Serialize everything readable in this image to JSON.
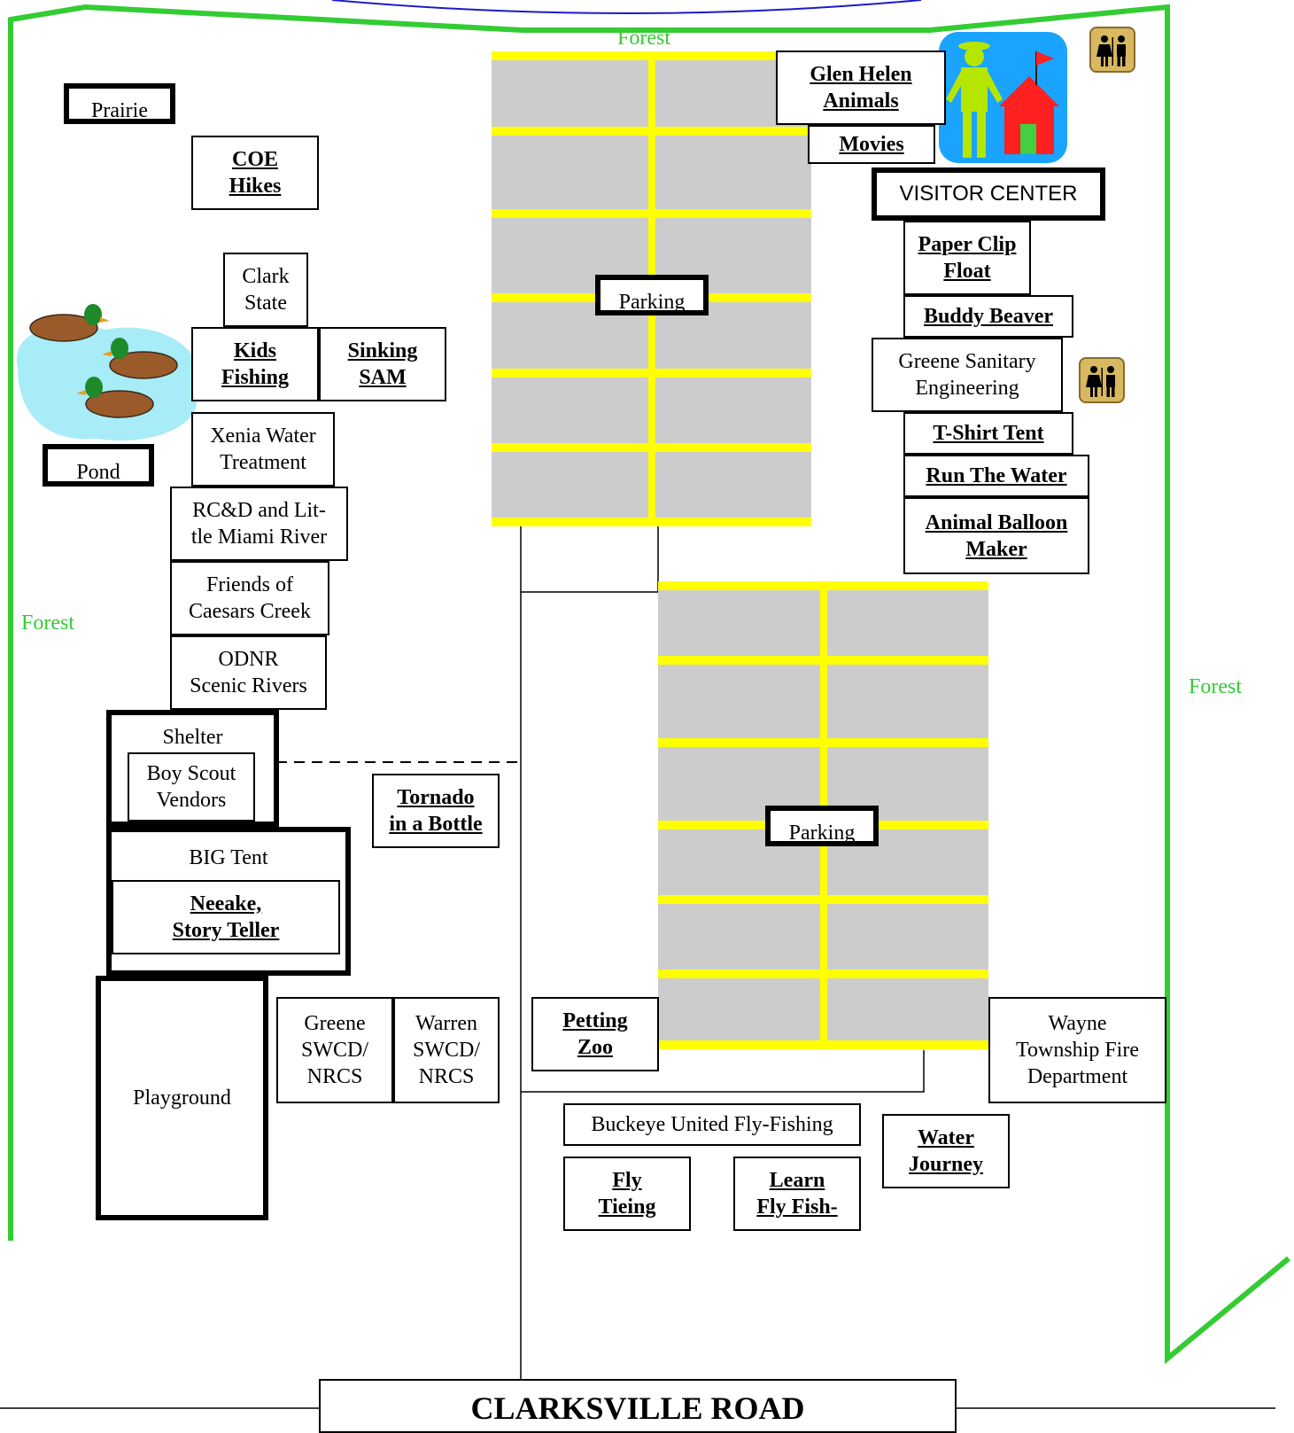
{
  "forest_labels": {
    "top": "Forest",
    "left": "Forest",
    "right": "Forest"
  },
  "colors": {
    "forest_boundary": "#33cc33",
    "parking_lines": "#ffff00",
    "parking_fill": "#cccccc",
    "pond_water": "#a8ecf8",
    "ranger_badge": "#1aa3ff"
  },
  "parking": {
    "north_label": "Parking",
    "south_label": "Parking"
  },
  "road": {
    "label": "CLARKSVILLE ROAD"
  },
  "stations": {
    "prairie": "Prairie",
    "coe_hikes": "COE\nHikes",
    "clark_state": "Clark\nState",
    "kids_fishing": "Kids\nFishing",
    "sinking_sam": "Sinking\nSAM",
    "pond": "Pond",
    "xenia_water": "Xenia Water\nTreatment",
    "rcd_miami": "RC&D and Lit-\ntle Miami River",
    "friends_caesars": "Friends of\nCaesars Creek",
    "odnr": "ODNR\nScenic Rivers",
    "shelter": "Shelter",
    "boy_scout": "Boy Scout\nVendors",
    "tornado": "Tornado\nin a Bottle",
    "big_tent": "BIG Tent",
    "neeake": "Neeake,\nStory Teller",
    "playground": "Playground",
    "greene_swcd": "Greene\nSWCD/\nNRCS",
    "warren_swcd": "Warren\nSWCD/\nNRCS",
    "petting_zoo": "Petting\nZoo",
    "wayne_fire": "Wayne\nTownship Fire\nDepartment",
    "buckeye_fly": "Buckeye United Fly-Fishing",
    "fly_tieing": "Fly\nTieing",
    "learn_fly": "Learn\nFly Fish-",
    "water_journey": "Water\nJourney",
    "glen_helen": "Glen Helen\nAnimals",
    "movies": "Movies",
    "visitor_center": "VISITOR CENTER",
    "paper_clip": "Paper Clip\nFloat",
    "buddy_beaver": "Buddy Beaver",
    "greene_sanitary": "Greene Sanitary\nEngineering",
    "tshirt": "T-Shirt Tent",
    "run_water": "Run The Water",
    "balloon": "Animal Balloon\nMaker"
  },
  "icons": {
    "restroom_1": "restroom-icon",
    "restroom_2": "restroom-icon",
    "ranger": "park-ranger-icon",
    "ducks": "duck-icon"
  }
}
